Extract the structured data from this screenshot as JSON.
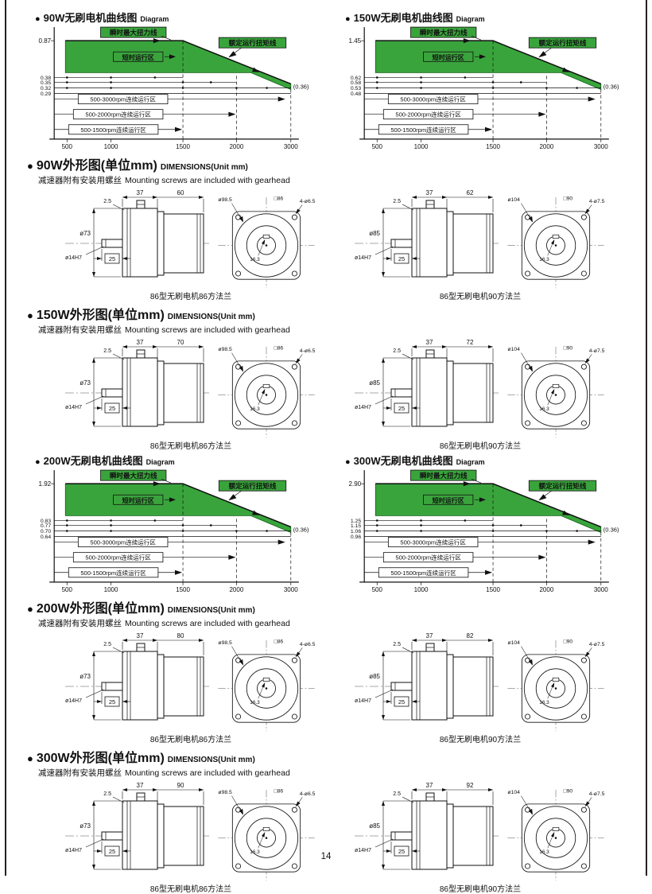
{
  "page": {
    "number": "14"
  },
  "charts_common": {
    "max_line_label": "瞬时最大扭力线",
    "rated_line_label": "额定运行扭矩线",
    "short_zone_label": "短时运行区",
    "zone_labels": [
      "500-3000rpm连续运行区",
      "500-2000rpm连续运行区",
      "500-1500rpm连续运行区"
    ],
    "x_ticks": [
      "500",
      "1000",
      "1500",
      "2000",
      "3000"
    ]
  },
  "curve_sections": [
    {
      "bullet": "●",
      "title_cn": "90W无刷电机曲线图",
      "title_en": "Diagram",
      "peak": "0.87",
      "rated": [
        "0.38",
        "0.35",
        "0.32",
        "0.29"
      ],
      "end_label": "(0.36)"
    },
    {
      "bullet": "●",
      "title_cn": "150W无刷电机曲线图",
      "title_en": "Diagram",
      "peak": "1.45",
      "rated": [
        "0.62",
        "0.58",
        "0.53",
        "0.48"
      ],
      "end_label": "(0.36)"
    },
    {
      "bullet": "●",
      "title_cn": "200W无刷电机曲线图",
      "title_en": "Diagram",
      "peak": "1.92",
      "rated": [
        "0.83",
        "0.77",
        "0.70",
        "0.64"
      ],
      "end_label": "(0.36)"
    },
    {
      "bullet": "●",
      "title_cn": "300W无刷电机曲线图",
      "title_en": "Diagram",
      "peak": "2.90",
      "rated": [
        "1.25",
        "1.15",
        "1.06",
        "0.96"
      ],
      "end_label": "(0.36)"
    }
  ],
  "chart_data": [
    {
      "type": "area",
      "title": "90W无刷电机曲线图",
      "x_ticks_rpm": [
        500,
        1000,
        1500,
        2000,
        3000
      ],
      "peak_torque": 0.87,
      "y_ticks": [
        0.87,
        0.38,
        0.35,
        0.32,
        0.29
      ],
      "end_annotation": 0.36,
      "zones": [
        "短时运行区",
        "500-3000rpm连续运行区",
        "500-2000rpm连续运行区",
        "500-1500rpm连续运行区"
      ]
    },
    {
      "type": "area",
      "title": "150W无刷电机曲线图",
      "x_ticks_rpm": [
        500,
        1000,
        1500,
        2000,
        3000
      ],
      "peak_torque": 1.45,
      "y_ticks": [
        1.45,
        0.62,
        0.58,
        0.53,
        0.48
      ],
      "end_annotation": 0.36,
      "zones": [
        "短时运行区",
        "500-3000rpm连续运行区",
        "500-2000rpm连续运行区",
        "500-1500rpm连续运行区"
      ]
    },
    {
      "type": "area",
      "title": "200W无刷电机曲线图",
      "x_ticks_rpm": [
        500,
        1000,
        1500,
        2000,
        3000
      ],
      "peak_torque": 1.92,
      "y_ticks": [
        1.92,
        0.83,
        0.77,
        0.7,
        0.64
      ],
      "end_annotation": 0.36,
      "zones": [
        "短时运行区",
        "500-3000rpm连续运行区",
        "500-2000rpm连续运行区",
        "500-1500rpm连续运行区"
      ]
    },
    {
      "type": "area",
      "title": "300W无刷电机曲线图",
      "x_ticks_rpm": [
        500,
        1000,
        1500,
        2000,
        3000
      ],
      "peak_torque": 2.9,
      "y_ticks": [
        2.9,
        1.25,
        1.15,
        1.06,
        0.96
      ],
      "end_annotation": 0.36,
      "zones": [
        "短时运行区",
        "500-3000rpm连续运行区",
        "500-2000rpm连续运行区",
        "500-1500rpm连续运行区"
      ]
    }
  ],
  "dim_sections": [
    {
      "bullet": "●",
      "title_cn": "90W外形图(单位mm)",
      "title_en": "DIMENSIONS(Unit mm)",
      "note_cn": "减速器附有安装用螺丝",
      "note_en": "Mounting screws are included with gearhead",
      "left": {
        "gearhead_len": "37",
        "motor_len": "60",
        "step": "2.5",
        "body_dia": "ø73",
        "shaft_dia": "ø14H7",
        "shaft_len": "25",
        "bolt_circle": "ø98.5",
        "square": "□86",
        "holes": "4-ø6.5",
        "key": "16.3",
        "caption": "86型无刷电机86方法兰"
      },
      "right": {
        "gearhead_len": "37",
        "motor_len": "62",
        "step": "2.5",
        "body_dia": "ø85",
        "shaft_dia": "ø14H7",
        "shaft_len": "25",
        "bolt_circle": "ø104",
        "square": "□90",
        "holes": "4-ø7.5",
        "key": "16.3",
        "caption": "86型无刷电机90方法兰"
      }
    },
    {
      "bullet": "●",
      "title_cn": "150W外形图(单位mm)",
      "title_en": "DIMENSIONS(Unit mm)",
      "note_cn": "减速器附有安装用螺丝",
      "note_en": "Mounting screws are included with gearhead",
      "left": {
        "gearhead_len": "37",
        "motor_len": "70",
        "step": "2.5",
        "body_dia": "ø73",
        "shaft_dia": "ø14H7",
        "shaft_len": "25",
        "bolt_circle": "ø98.5",
        "square": "□86",
        "holes": "4-ø6.5",
        "key": "16.3",
        "caption": "86型无刷电机86方法兰"
      },
      "right": {
        "gearhead_len": "37",
        "motor_len": "72",
        "step": "2.5",
        "body_dia": "ø85",
        "shaft_dia": "ø14H7",
        "shaft_len": "25",
        "bolt_circle": "ø104",
        "square": "□90",
        "holes": "4-ø7.5",
        "key": "16.3",
        "caption": "86型无刷电机90方法兰"
      }
    },
    {
      "bullet": "●",
      "title_cn": "200W外形图(单位mm)",
      "title_en": "DIMENSIONS(Unit mm)",
      "note_cn": "减速器附有安装用螺丝",
      "note_en": "Mounting screws are included with gearhead",
      "left": {
        "gearhead_len": "37",
        "motor_len": "80",
        "step": "2.5",
        "body_dia": "ø73",
        "shaft_dia": "ø14H7",
        "shaft_len": "25",
        "bolt_circle": "ø98.5",
        "square": "□86",
        "holes": "4-ø6.5",
        "key": "16.3",
        "caption": "86型无刷电机86方法兰"
      },
      "right": {
        "gearhead_len": "37",
        "motor_len": "82",
        "step": "2.5",
        "body_dia": "ø85",
        "shaft_dia": "ø14H7",
        "shaft_len": "25",
        "bolt_circle": "ø104",
        "square": "□90",
        "holes": "4-ø7.5",
        "key": "16.3",
        "caption": "86型无刷电机90方法兰"
      }
    },
    {
      "bullet": "●",
      "title_cn": "300W外形图(单位mm)",
      "title_en": "DIMENSIONS(Unit mm)",
      "note_cn": "减速器附有安装用螺丝",
      "note_en": "Mounting screws are included with gearhead",
      "left": {
        "gearhead_len": "37",
        "motor_len": "90",
        "step": "2.5",
        "body_dia": "ø73",
        "shaft_dia": "ø14H7",
        "shaft_len": "25",
        "bolt_circle": "ø98.5",
        "square": "□86",
        "holes": "4-ø6.5",
        "key": "16.3",
        "caption": "86型无刷电机86方法兰"
      },
      "right": {
        "gearhead_len": "37",
        "motor_len": "92",
        "step": "2.5",
        "body_dia": "ø85",
        "shaft_dia": "ø14H7",
        "shaft_len": "25",
        "bolt_circle": "ø104",
        "square": "□90",
        "holes": "4-ø7.5",
        "key": "16.3",
        "caption": "86型无刷电机90方法兰"
      }
    }
  ]
}
